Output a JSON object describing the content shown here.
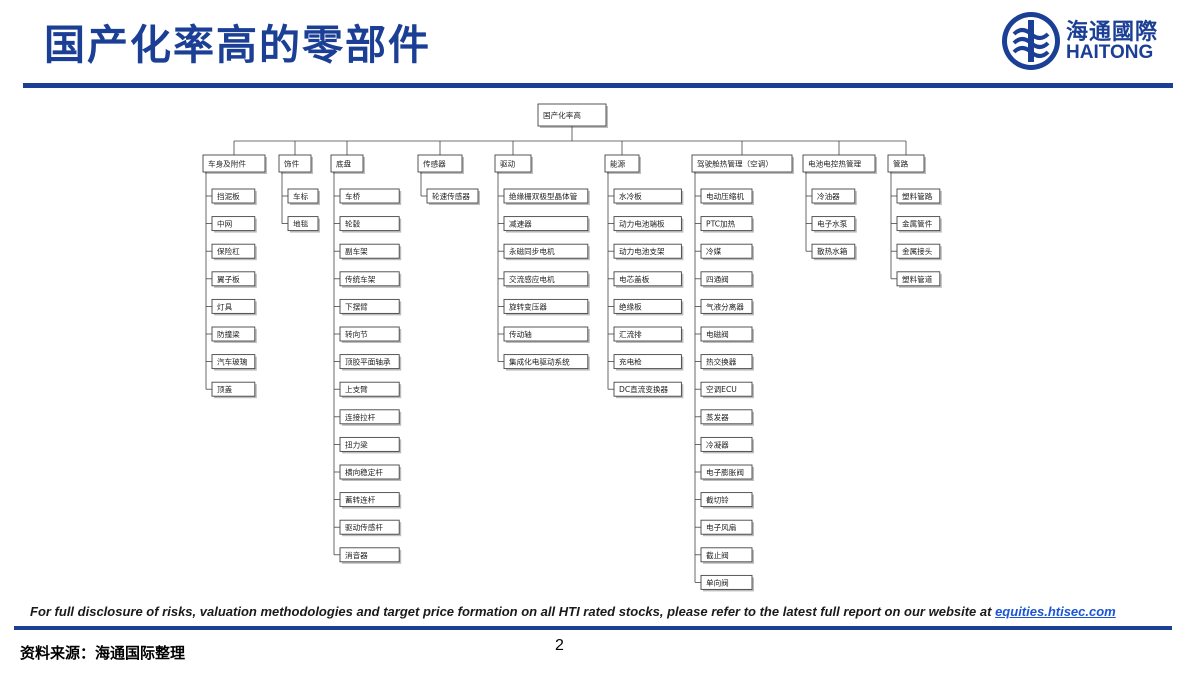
{
  "title": "国产化率高的零部件",
  "logo": {
    "cn": "海通國際",
    "en": "HAITONG"
  },
  "disclosure": {
    "text": "For full disclosure of risks, valuation methodologies and target price formation on all HTI rated stocks, please refer to the latest full report on our website at ",
    "link": "equities.htisec.com"
  },
  "source": "资料来源：海通国际整理",
  "page_number": "2",
  "colors": {
    "brand": "#1b3f95",
    "link": "#1a55d6"
  },
  "diagram": {
    "root": "国产化率高",
    "categories": [
      {
        "label": "车身及附件",
        "items": [
          "挡泥板",
          "中网",
          "保险杠",
          "翼子板",
          "灯具",
          "防撞梁",
          "汽车玻璃",
          "顶盖"
        ]
      },
      {
        "label": "饰件",
        "items": [
          "车标",
          "地毯"
        ]
      },
      {
        "label": "底盘",
        "items": [
          "车桥",
          "轮毂",
          "副车架",
          "传统车架",
          "下摆臂",
          "转向节",
          "顶胶平面轴承",
          "上支臂",
          "连接拉杆",
          "扭力梁",
          "横向稳定杆",
          "蓄转连杆",
          "驱动传感杆",
          "消音器"
        ]
      },
      {
        "label": "传感器",
        "items": [
          "轮速传感器"
        ]
      },
      {
        "label": "驱动",
        "items": [
          "绝缘栅双极型晶体管",
          "减速器",
          "永磁同步电机",
          "交流感应电机",
          "旋转变压器",
          "传动轴",
          "集成化电驱动系统"
        ]
      },
      {
        "label": "能源",
        "items": [
          "水冷板",
          "动力电池端板",
          "动力电池支架",
          "电芯盖板",
          "绝缘板",
          "汇流排",
          "充电枪",
          "DC直流变换器"
        ]
      },
      {
        "label": "驾驶舱热管理（空调）",
        "items": [
          "电动压缩机",
          "PTC加热",
          "冷媒",
          "四通阀",
          "气液分离器",
          "电磁阀",
          "热交换器",
          "空调ECU",
          "蒸发器",
          "冷凝器",
          "电子膨胀阀",
          "截切铃",
          "电子风扇",
          "截止阀",
          "单向阀"
        ]
      },
      {
        "label": "电池电控热管理",
        "items": [
          "冷油器",
          "电子水泵",
          "散热水箱"
        ]
      },
      {
        "label": "管路",
        "items": [
          "塑料管路",
          "金属管件",
          "金属接头",
          "塑料管道"
        ]
      }
    ]
  }
}
